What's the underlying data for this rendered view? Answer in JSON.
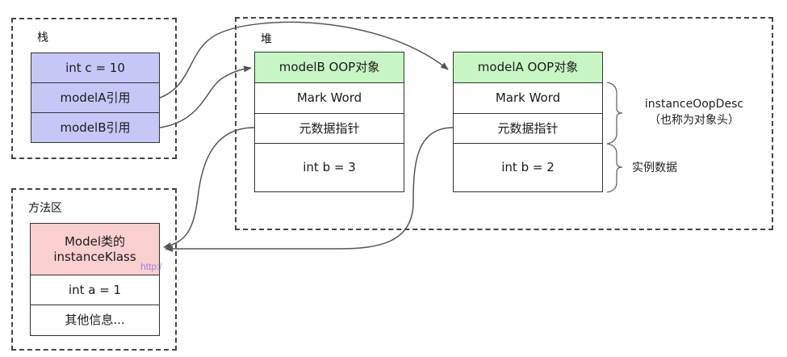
{
  "stack": {
    "title": "栈",
    "cells": [
      "int c = 10",
      "modelA引用",
      "modelB引用"
    ]
  },
  "heap": {
    "title": "堆",
    "modelB": {
      "header": "modelB OOP对象",
      "mark_word": "Mark Word",
      "metadata_pointer": "元数据指针",
      "field": "int b = 3"
    },
    "modelA": {
      "header": "modelA OOP对象",
      "mark_word": "Mark Word",
      "metadata_pointer": "元数据指针",
      "field": "int b = 2"
    },
    "brace_header_line1": "instanceOopDesc",
    "brace_header_line2": "（也称为对象头）",
    "brace_instance": "实例数据"
  },
  "method_area": {
    "title": "方法区",
    "klass_line1": "Model类的",
    "klass_line2": "instanceKlass",
    "field": "int a = 1",
    "other": "其他信息..."
  },
  "watermark": "http:/",
  "colors": {
    "stack_cell": "#c7c7f7",
    "oop_header": "#c8f5c4",
    "klass_header": "#f9cfd0",
    "border": "#333333"
  }
}
